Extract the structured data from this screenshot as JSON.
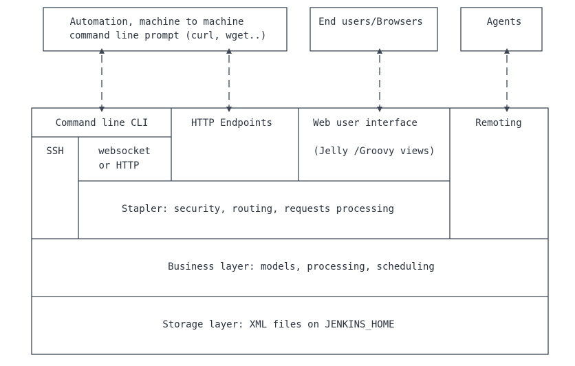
{
  "clients": {
    "automation": {
      "line1": "Automation, machine to machine",
      "line2": "command line prompt (curl, wget..)"
    },
    "browsers": "End users/Browsers",
    "agents": "Agents"
  },
  "interfaces": {
    "cli": "Command line CLI",
    "ssh": "SSH",
    "websocket": {
      "line1": "websocket",
      "line2": "or HTTP"
    },
    "http_endpoints": "HTTP Endpoints",
    "web_ui": {
      "line1": "Web user interface",
      "line2": "(Jelly /Groovy views)"
    },
    "remoting": "Remoting"
  },
  "layers": {
    "stapler": "Stapler: security, routing, requests processing",
    "business": "Business layer: models, processing, scheduling",
    "storage": "Storage layer: XML files on JENKINS_HOME"
  }
}
